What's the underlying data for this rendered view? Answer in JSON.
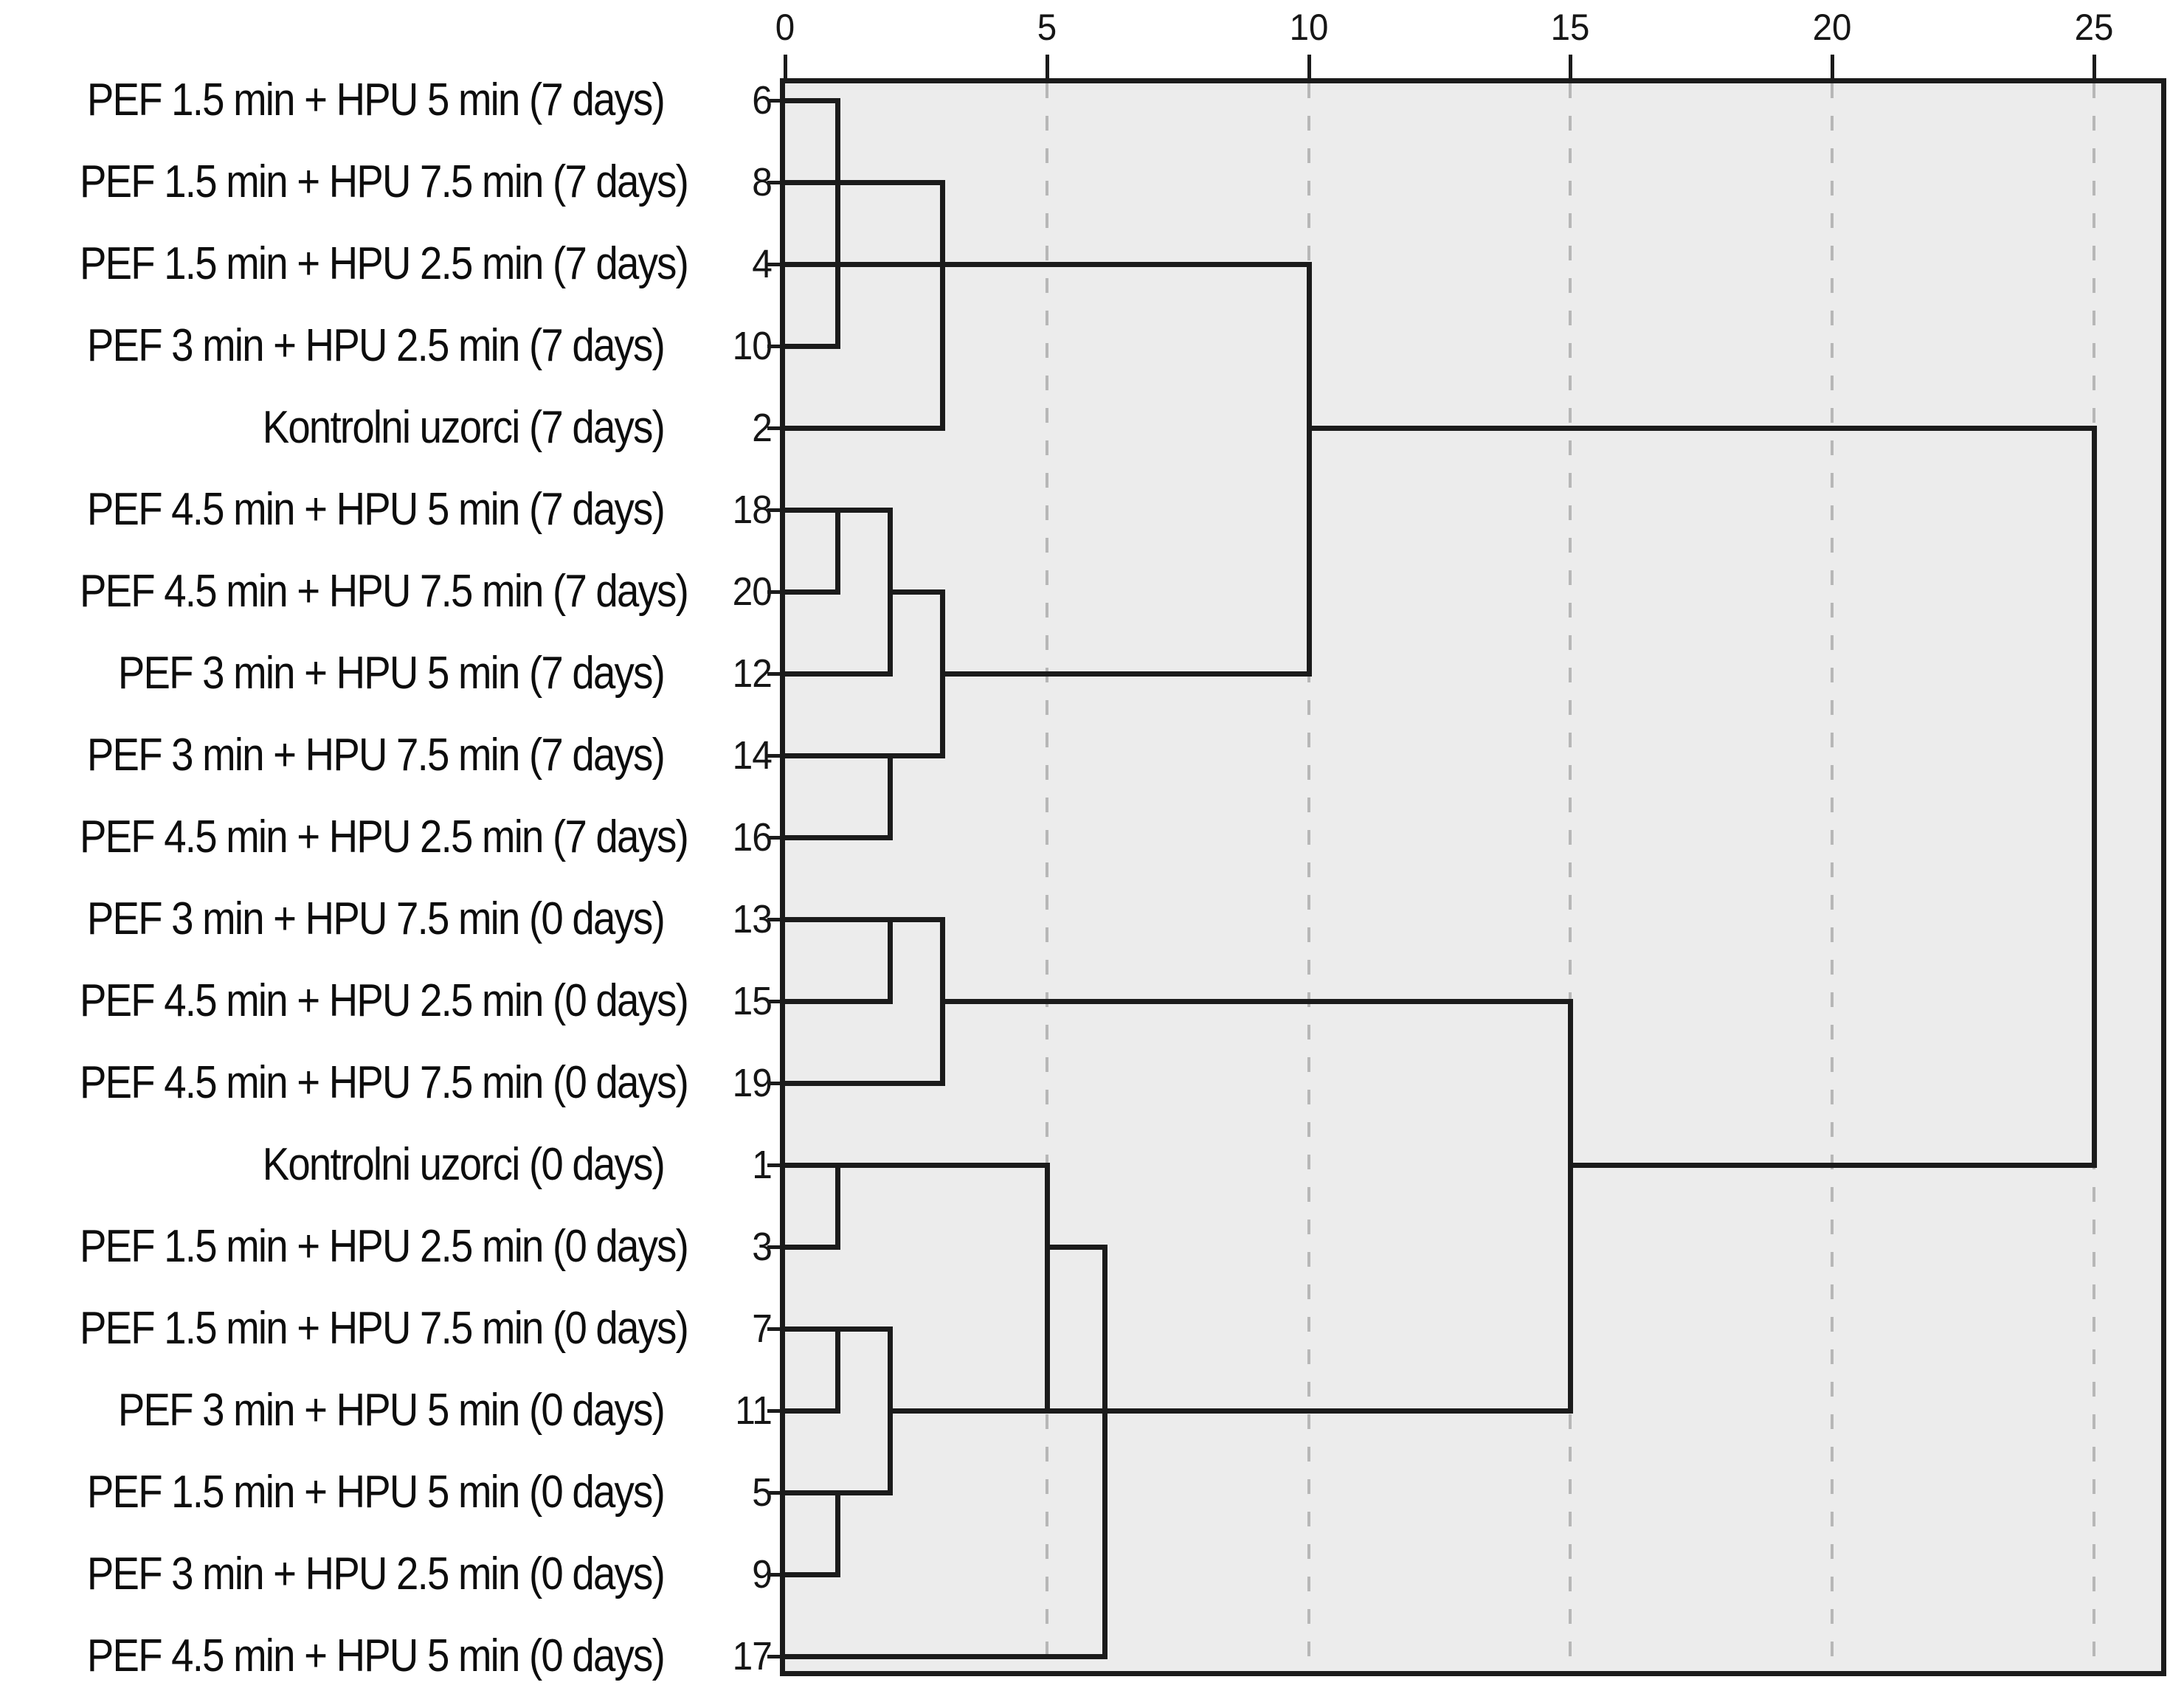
{
  "figure": {
    "description": "Hierarchical cluster analysis dendrogram (rescaled distance cluster combine), horizontal orientation with axis on top",
    "colors": {
      "background": "#ffffff",
      "plot_background": "#ececec",
      "frame": "#1b1b1b",
      "line": "#1b1b1b",
      "gridline": "#b7b7b7",
      "text": "#111111"
    }
  },
  "chart_data": {
    "type": "dendrogram",
    "orientation": "horizontal",
    "title": "",
    "axis": {
      "position": "top",
      "ticks": [
        "0",
        "5",
        "10",
        "15",
        "20",
        "25"
      ],
      "tick_values": [
        0,
        5,
        10,
        15,
        20,
        25
      ],
      "range": [
        0,
        26.3
      ],
      "gridline_values": [
        5,
        10,
        15,
        20,
        25
      ],
      "gridline_style": "dashed"
    },
    "leaves": [
      {
        "case": "6",
        "label": "PEF 1.5 min + HPU 5 min (7 days)"
      },
      {
        "case": "8",
        "label": "PEF 1.5 min + HPU 7.5 min (7 days)"
      },
      {
        "case": "4",
        "label": "PEF 1.5 min + HPU 2.5 min (7 days)"
      },
      {
        "case": "10",
        "label": "PEF 3 min + HPU 2.5 min (7 days)"
      },
      {
        "case": "2",
        "label": "Kontrolni uzorci (7 days)"
      },
      {
        "case": "18",
        "label": "PEF 4.5 min + HPU 5 min (7 days)"
      },
      {
        "case": "20",
        "label": "PEF 4.5 min + HPU 7.5 min (7 days)"
      },
      {
        "case": "12",
        "label": "PEF 3 min + HPU 5 min (7 days)"
      },
      {
        "case": "14",
        "label": "PEF 3 min + HPU 7.5 min (7 days)"
      },
      {
        "case": "16",
        "label": "PEF 4.5 min + HPU 2.5 min (7 days)"
      },
      {
        "case": "13",
        "label": "PEF 3 min + HPU 7.5 min (0 days)"
      },
      {
        "case": "15",
        "label": "PEF 4.5 min + HPU 2.5 min (0 days)"
      },
      {
        "case": "19",
        "label": "PEF 4.5 min + HPU 7.5 min (0 days)"
      },
      {
        "case": "1",
        "label": "Kontrolni uzorci (0 days)"
      },
      {
        "case": "3",
        "label": "PEF 1.5 min + HPU 2.5 min (0 days)"
      },
      {
        "case": "7",
        "label": "PEF 1.5 min + HPU 7.5 min (0 days)"
      },
      {
        "case": "11",
        "label": "PEF 3 min + HPU 5 min (0 days)"
      },
      {
        "case": "5",
        "label": "PEF 1.5 min + HPU 5 min (0 days)"
      },
      {
        "case": "9",
        "label": "PEF 3 min + HPU 2.5 min (0 days)"
      },
      {
        "case": "17",
        "label": "PEF 4.5 min + HPU 5 min (0 days)"
      }
    ],
    "h_segments": [
      {
        "row": 0,
        "from": 0,
        "to": 1
      },
      {
        "row": 1,
        "from": 0,
        "to": 3
      },
      {
        "row": 2,
        "from": 0,
        "to": 10
      },
      {
        "row": 3,
        "from": 0,
        "to": 1
      },
      {
        "row": 4,
        "from": 0,
        "to": 3
      },
      {
        "row": 4,
        "from": 10,
        "to": 25
      },
      {
        "row": 5,
        "from": 0,
        "to": 2
      },
      {
        "row": 6,
        "from": 0,
        "to": 1
      },
      {
        "row": 6,
        "from": 2,
        "to": 3
      },
      {
        "row": 7,
        "from": 0,
        "to": 2
      },
      {
        "row": 7,
        "from": 3,
        "to": 10
      },
      {
        "row": 8,
        "from": 0,
        "to": 3
      },
      {
        "row": 9,
        "from": 0,
        "to": 2
      },
      {
        "row": 10,
        "from": 0,
        "to": 3
      },
      {
        "row": 11,
        "from": 0,
        "to": 2
      },
      {
        "row": 11,
        "from": 3,
        "to": 15
      },
      {
        "row": 12,
        "from": 0,
        "to": 3
      },
      {
        "row": 13,
        "from": 0,
        "to": 5
      },
      {
        "row": 13,
        "from": 15,
        "to": 25
      },
      {
        "row": 14,
        "from": 0,
        "to": 1
      },
      {
        "row": 14,
        "from": 5,
        "to": 6.1
      },
      {
        "row": 15,
        "from": 0,
        "to": 2
      },
      {
        "row": 16,
        "from": 0,
        "to": 1
      },
      {
        "row": 16,
        "from": 2,
        "to": 15
      },
      {
        "row": 17,
        "from": 0,
        "to": 2
      },
      {
        "row": 18,
        "from": 0,
        "to": 1
      },
      {
        "row": 19,
        "from": 0,
        "to": 6.1
      }
    ],
    "v_segments": [
      {
        "x": 1,
        "top_row": 0,
        "bottom_row": 3
      },
      {
        "x": 3,
        "top_row": 1,
        "bottom_row": 4
      },
      {
        "x": 1,
        "top_row": 5,
        "bottom_row": 6
      },
      {
        "x": 2,
        "top_row": 5,
        "bottom_row": 7
      },
      {
        "x": 3,
        "top_row": 6,
        "bottom_row": 8
      },
      {
        "x": 2,
        "top_row": 8,
        "bottom_row": 9
      },
      {
        "x": 10,
        "top_row": 2,
        "bottom_row": 7
      },
      {
        "x": 2,
        "top_row": 10,
        "bottom_row": 11
      },
      {
        "x": 3,
        "top_row": 10,
        "bottom_row": 12
      },
      {
        "x": 1,
        "top_row": 13,
        "bottom_row": 14
      },
      {
        "x": 1,
        "top_row": 15,
        "bottom_row": 16
      },
      {
        "x": 2,
        "top_row": 15,
        "bottom_row": 17
      },
      {
        "x": 1,
        "top_row": 17,
        "bottom_row": 18
      },
      {
        "x": 5,
        "top_row": 13,
        "bottom_row": 16
      },
      {
        "x": 6.1,
        "top_row": 14,
        "bottom_row": 19
      },
      {
        "x": 15,
        "top_row": 11,
        "bottom_row": 16
      },
      {
        "x": 25,
        "top_row": 4,
        "bottom_row": 13
      }
    ]
  }
}
